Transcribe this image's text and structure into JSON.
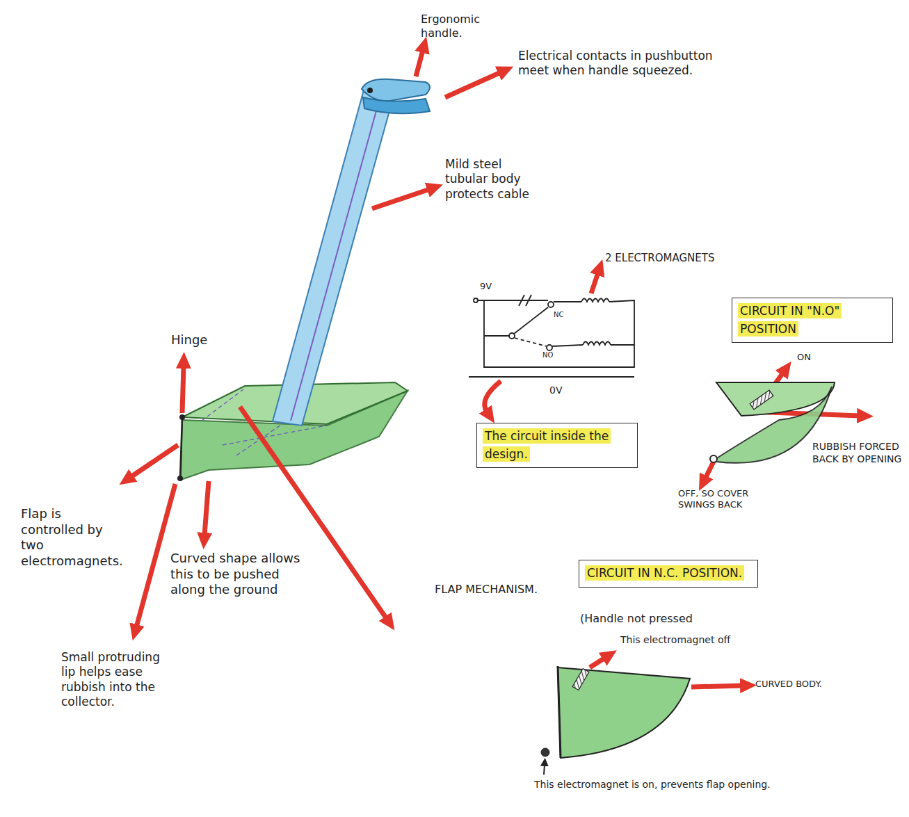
{
  "diagram": {
    "nodes": [
      {
        "text": [
          "CIRCUIT IN \"N.O\" POSITION"
        ]
      },
      {
        "text": [
          "The circuit inside the design."
        ]
      },
      {
        "text": [
          "CIRCUIT IN N.C. POSITION."
        ]
      }
    ],
    "labels": [
      "Ergonomic handle.",
      "Electrical contacts in pushbutton meet when handle squeezed.",
      "Mild steel tubular body protects cable",
      "2 ELECTROMAGNETS",
      "9V",
      "NC",
      "NO",
      "0V",
      "ON",
      "RUBBISH FORCED BACK BY OPENING",
      "OFF, SO COVER SWINGS BACK",
      "Hinge",
      "Flap is controlled by two electromagnets.",
      "Curved shape allows this to be pushed along the ground",
      "FLAP MECHANISM.",
      "(Handle not pressed",
      "Small protruding lip helps ease rubbish into the collector.",
      "This electromagnet off",
      "CURVED BODY.",
      "This electromagnet is on, prevents flap opening."
    ]
  }
}
